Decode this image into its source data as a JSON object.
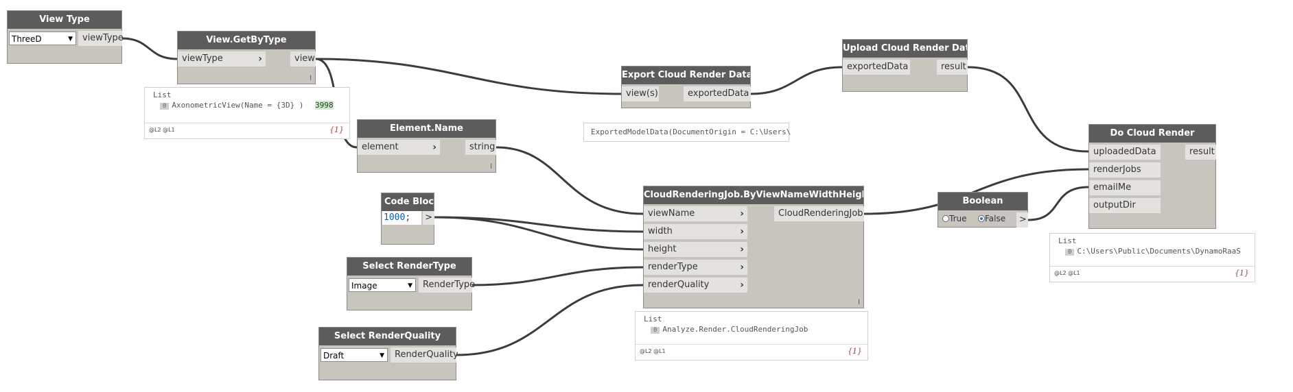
{
  "nodes": {
    "view_type": {
      "title": "View Type",
      "dropdown_value": "ThreeD",
      "output": "viewType"
    },
    "view_get_by_type": {
      "title": "View.GetByType",
      "input": "viewType",
      "output": "view",
      "lacing": "l"
    },
    "element_name": {
      "title": "Element.Name",
      "input": "element",
      "output": "string",
      "lacing": "l"
    },
    "code_block": {
      "title": "Code Block",
      "code_value": "1000",
      "code_suffix": ";",
      "output": ">"
    },
    "select_render_type": {
      "title": "Select RenderType",
      "dropdown_value": "Image",
      "output": "RenderType"
    },
    "select_render_quality": {
      "title": "Select RenderQuality",
      "dropdown_value": "Draft",
      "output": "RenderQuality"
    },
    "export_cloud": {
      "title": "Export Cloud Render Data",
      "input": "view(s)",
      "output": "exportedData"
    },
    "upload_cloud": {
      "title": "Upload Cloud Render Data",
      "input": "exportedData",
      "output": "result"
    },
    "cloud_job": {
      "title": "CloudRenderingJob.ByViewNameWidthHeight",
      "inputs": [
        "viewName",
        "width",
        "height",
        "renderType",
        "renderQuality"
      ],
      "output": "CloudRenderingJob",
      "lacing": "l"
    },
    "boolean": {
      "title": "Boolean",
      "true_label": "True",
      "false_label": "False",
      "output": ">",
      "selected": "False"
    },
    "do_cloud": {
      "title": "Do Cloud Render",
      "inputs": [
        "uploadedData",
        "renderJobs",
        "emailMe",
        "outputDir"
      ],
      "output": "result"
    }
  },
  "previews": {
    "view_preview": {
      "title": "List",
      "index": "0",
      "value": "AxonometricView(Name = {3D} )",
      "id": "3998",
      "levels": "@L2 @L1",
      "count": "{1}"
    },
    "export_preview": {
      "value": "ExportedModelData(DocumentOrigin = C:\\Users\\"
    },
    "job_preview": {
      "title": "List",
      "index": "0",
      "value": "Analyze.Render.CloudRenderingJob",
      "levels": "@L2 @L1",
      "count": "{1}"
    },
    "dir_preview": {
      "title": "List",
      "index": "0",
      "value": "C:\\Users\\Public\\Documents\\DynamoRaaS",
      "levels": "@L2 @L1",
      "count": "{1}"
    }
  },
  "colors": {
    "header": "#5c5c5c",
    "node_body": "#c8c4be",
    "port": "#e4e2df",
    "wire": "#3c3c3c",
    "highlight": "#c9eec6",
    "code_number": "#0f5ba8"
  }
}
